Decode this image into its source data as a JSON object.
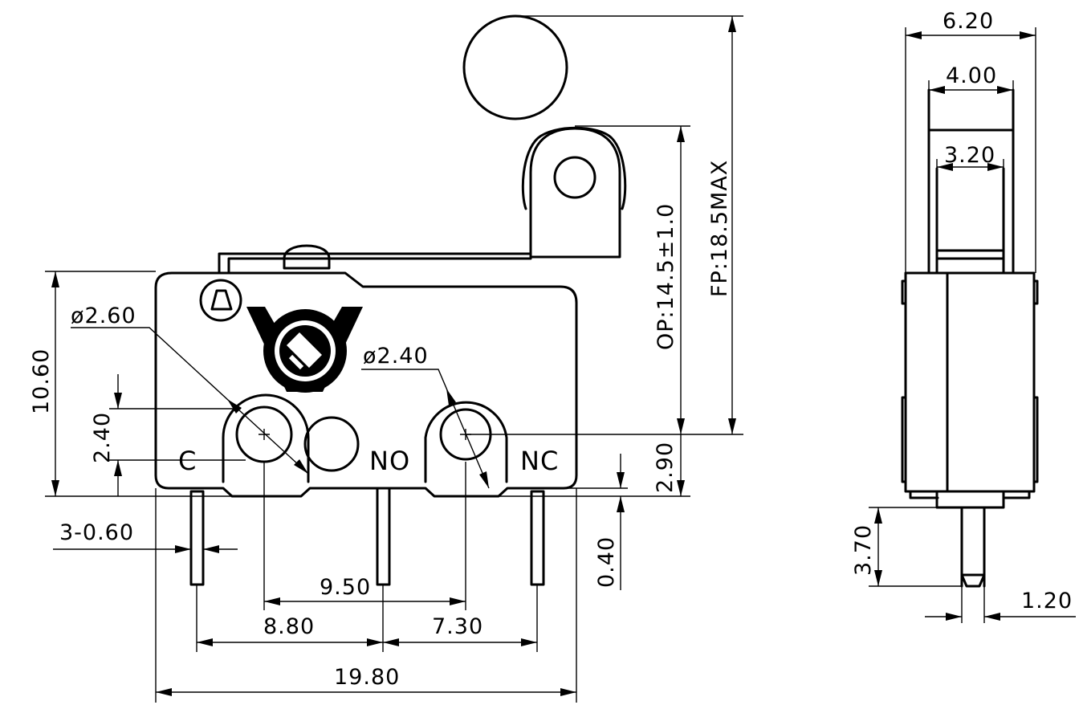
{
  "front_view": {
    "dim_diam_hole1": "ø2.60",
    "dim_diam_hole2": "ø2.40",
    "dim_height": "10.60",
    "dim_hole_offset": "2.40",
    "dim_operating_position": "OP:14.5±1.0",
    "dim_free_position": "FP:18.5MAX",
    "dim_hole_to_base": "2.90",
    "dim_pin_width": "3-0.60",
    "dim_pin_step": "0.40",
    "dim_hole_pitch": "9.50",
    "dim_pin_pitch_left": "8.80",
    "dim_pin_pitch_right": "7.30",
    "dim_overall_width": "19.80",
    "terminal_c": "C",
    "terminal_no": "NO",
    "terminal_nc": "NC"
  },
  "side_view": {
    "dim_overall_width": "6.20",
    "dim_lever_width": "4.00",
    "dim_roller_width": "3.20",
    "dim_pin_length": "3.70",
    "dim_pin_thickness": "1.20"
  }
}
